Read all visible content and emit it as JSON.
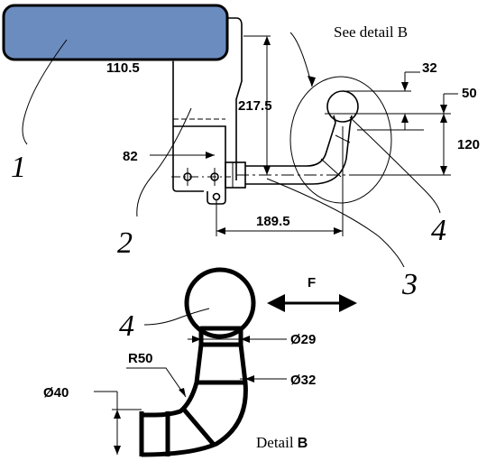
{
  "notes": {
    "see_detail": "See detail B",
    "detail_caption_prefix": "Detail ",
    "detail_caption_letter": "B"
  },
  "callouts": {
    "part1": "1",
    "part2": "2",
    "part3": "3",
    "part4_top": "4",
    "part4_detail": "4"
  },
  "dimensions": {
    "d110": "110.5",
    "d217": "217.5",
    "d82": "82",
    "d189": "189.5",
    "d32": "32",
    "d50": "50",
    "d120": "120",
    "dia29": "Ø29",
    "dia32": "Ø32",
    "dia40": "Ø40",
    "r50": "R50",
    "force": "F"
  },
  "colors": {
    "bumper_fill": "#6b8cbe",
    "line": "#000000"
  }
}
